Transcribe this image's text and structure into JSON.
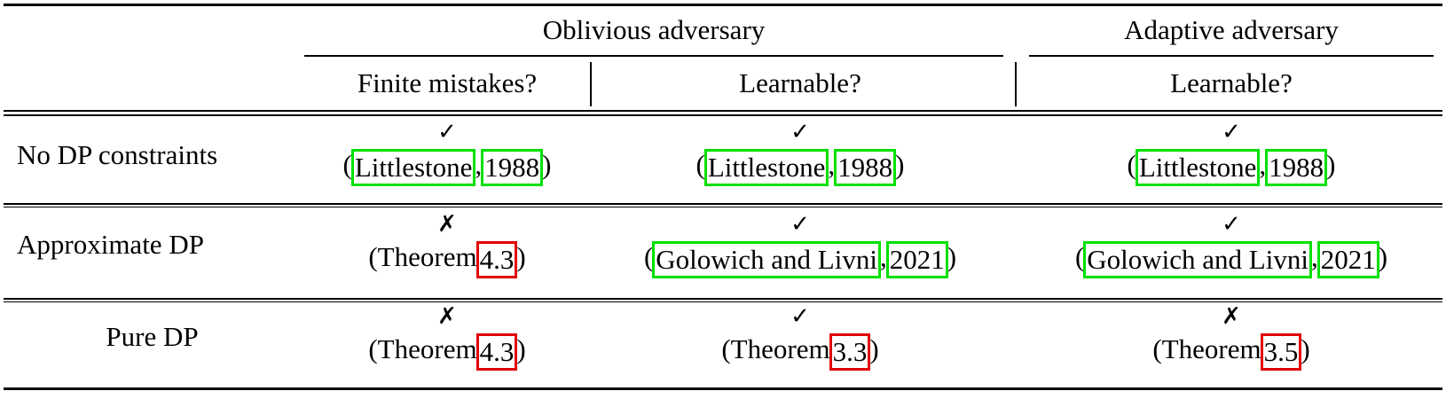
{
  "table": {
    "caption_groups": {
      "oblivious": "Oblivious adversary",
      "adaptive": "Adaptive adversary"
    },
    "sub_headers": {
      "finite_mistakes": "Finite mistakes?",
      "learnable_oblivious": "Learnable?",
      "learnable_adaptive": "Learnable?"
    },
    "row_labels": {
      "no_dp": "No DP constraints",
      "approx_dp": "Approximate DP",
      "pure_dp": "Pure DP"
    },
    "marks": {
      "check": "✓",
      "cross": "✗"
    },
    "punctuation": {
      "open_paren": "(",
      "close_paren": ")",
      "comma": ",",
      "space": " "
    },
    "colors": {
      "highlight_green": "#00e000",
      "highlight_red": "#e00000",
      "rule": "#000000",
      "text": "#000000",
      "background": "#ffffff"
    },
    "cells": [
      {
        "row": "no_dp",
        "finite_mistakes": {
          "mark": "✓",
          "ref_type": "citation",
          "author": "Littlestone",
          "year": "1988",
          "highlight": "green"
        },
        "learnable_oblivious": {
          "mark": "✓",
          "ref_type": "citation",
          "author": "Littlestone",
          "year": "1988",
          "highlight": "green"
        },
        "learnable_adaptive": {
          "mark": "✓",
          "ref_type": "citation",
          "author": "Littlestone",
          "year": "1988",
          "highlight": "green"
        }
      },
      {
        "row": "approx_dp",
        "finite_mistakes": {
          "mark": "✗",
          "ref_type": "theorem",
          "label": "Theorem",
          "number": "4.3",
          "highlight": "red"
        },
        "learnable_oblivious": {
          "mark": "✓",
          "ref_type": "citation",
          "author": "Golowich and Livni",
          "year": "2021",
          "highlight": "green"
        },
        "learnable_adaptive": {
          "mark": "✓",
          "ref_type": "citation",
          "author": "Golowich and Livni",
          "year": "2021",
          "highlight": "green"
        }
      },
      {
        "row": "pure_dp",
        "finite_mistakes": {
          "mark": "✗",
          "ref_type": "theorem",
          "label": "Theorem",
          "number": "4.3",
          "highlight": "red"
        },
        "learnable_oblivious": {
          "mark": "✓",
          "ref_type": "theorem",
          "label": "Theorem",
          "number": "3.3",
          "highlight": "red"
        },
        "learnable_adaptive": {
          "mark": "✗",
          "ref_type": "theorem",
          "label": "Theorem",
          "number": "3.5",
          "highlight": "red"
        }
      }
    ]
  }
}
